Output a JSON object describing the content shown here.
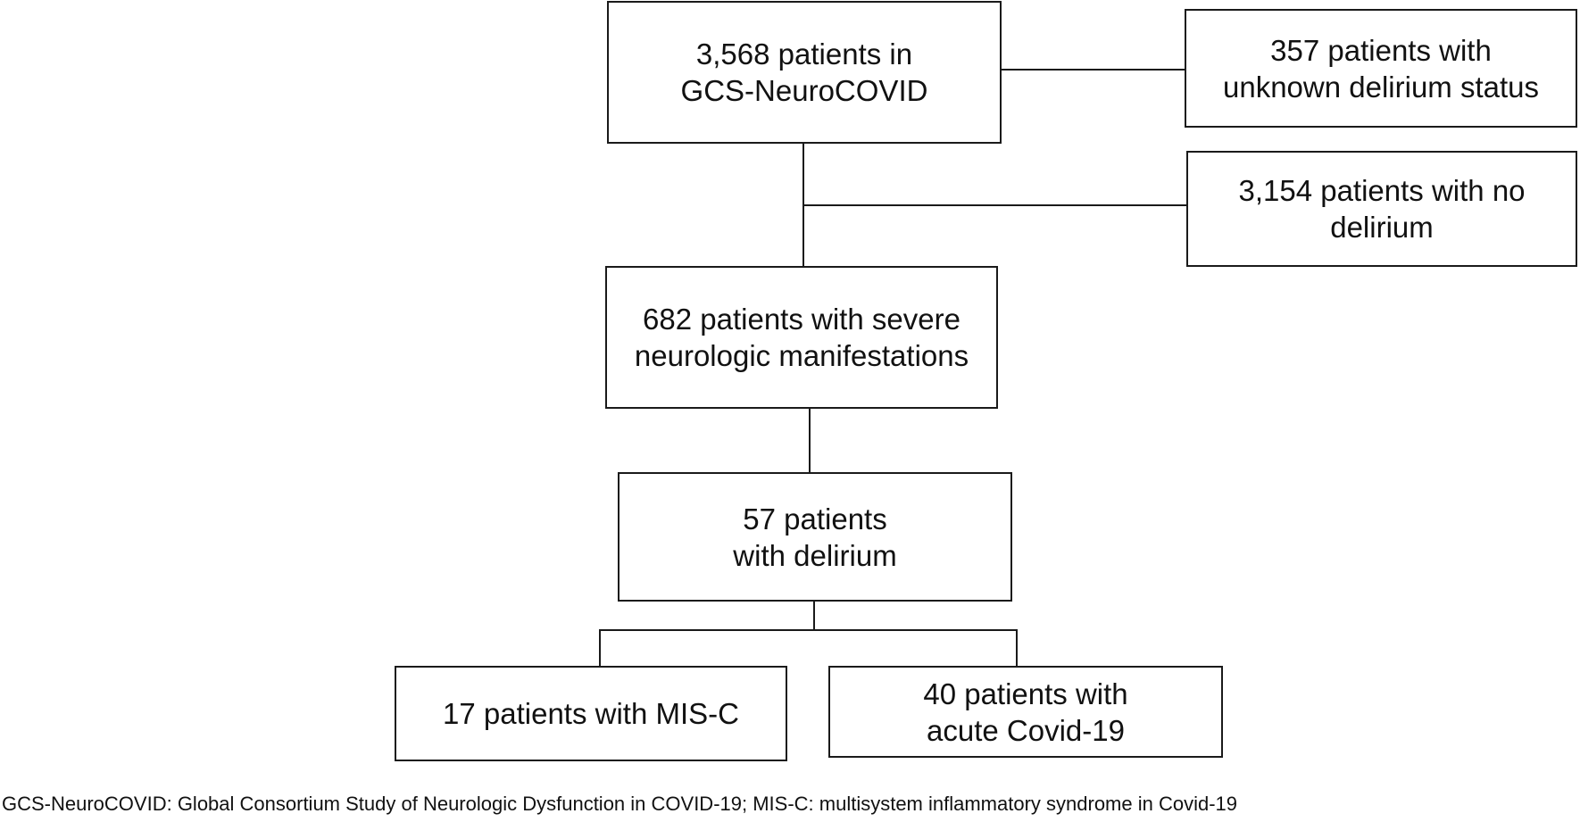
{
  "boxes": {
    "total": [
      "3,568 patients in",
      "GCS-NeuroCOVID"
    ],
    "unknown_status": [
      "357 patients with",
      "unknown delirium status"
    ],
    "no_delirium": [
      "3,154 patients with no",
      "delirium"
    ],
    "severe": [
      "682 patients with severe",
      "neurologic manifestations"
    ],
    "delirium": [
      "57 patients",
      "with delirium"
    ],
    "misc": [
      "17 patients with MIS-C"
    ],
    "acute": [
      "40 patients with",
      "acute Covid-19"
    ]
  },
  "footnote": "GCS-NeuroCOVID: Global Consortium Study of Neurologic Dysfunction in COVID-19; MIS-C:  multisystem inflammatory syndrome in Covid-19",
  "colors": {
    "line": "#1a1a1a",
    "text": "#111111",
    "background": "#ffffff"
  }
}
